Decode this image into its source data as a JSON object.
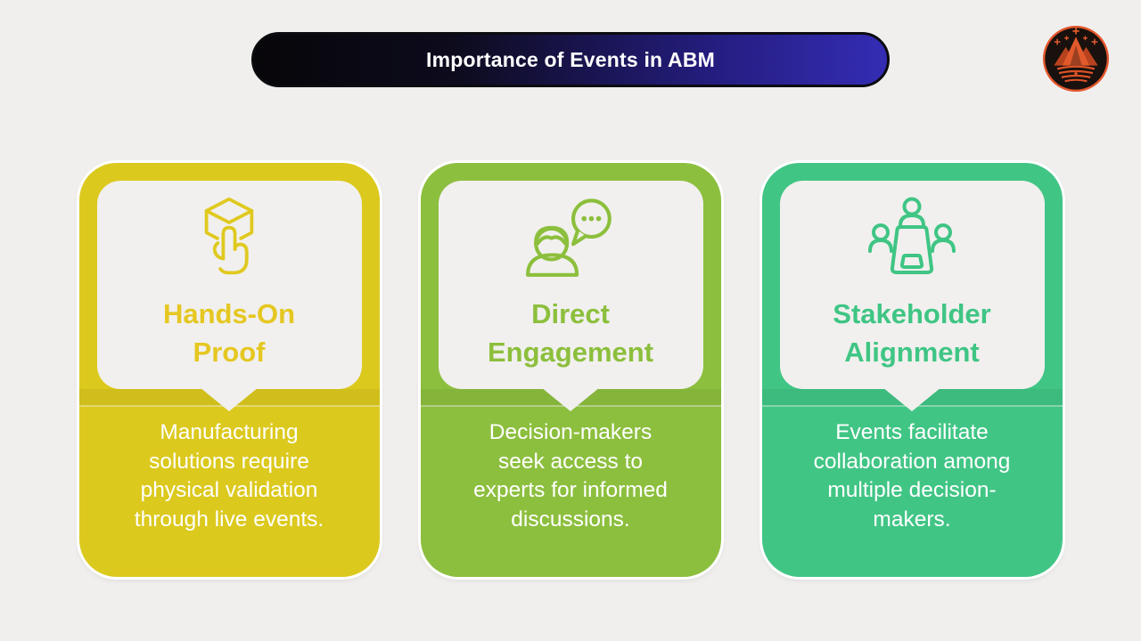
{
  "slide": {
    "title": "Importance of Events in ABM",
    "background_color": "#f0efee",
    "title_pill": {
      "text_color": "#ffffff",
      "gradient_start": "#070609",
      "gradient_end": "#342cb4",
      "border_color": "#0c0c10"
    },
    "logo": {
      "name": "crown-mountain-badge-logo",
      "ring_color": "#e4572c",
      "background_color": "#18110d"
    }
  },
  "cards": [
    {
      "id": "hands-on-proof",
      "icon": "hand-touch-cube-icon",
      "card_color": "#dcc91e",
      "title_color": "#e5c721",
      "title_line1": "Hands-On",
      "title_line2": "Proof",
      "body_lines": [
        "Manufacturing",
        "solutions require",
        "physical validation",
        "through live events."
      ]
    },
    {
      "id": "direct-engagement",
      "icon": "person-chat-bubble-icon",
      "card_color": "#8dbf3f",
      "title_color": "#8cbf3c",
      "title_line1": "Direct",
      "title_line2": "Engagement",
      "body_lines": [
        "Decision-makers",
        "seek access to",
        "experts for informed",
        "discussions."
      ]
    },
    {
      "id": "stakeholder-alignment",
      "icon": "people-meeting-table-icon",
      "card_color": "#41c585",
      "title_color": "#3fc584",
      "title_line1": "Stakeholder",
      "title_line2": "Alignment",
      "body_lines": [
        "Events facilitate",
        "collaboration among",
        "multiple decision-",
        "makers."
      ]
    }
  ]
}
